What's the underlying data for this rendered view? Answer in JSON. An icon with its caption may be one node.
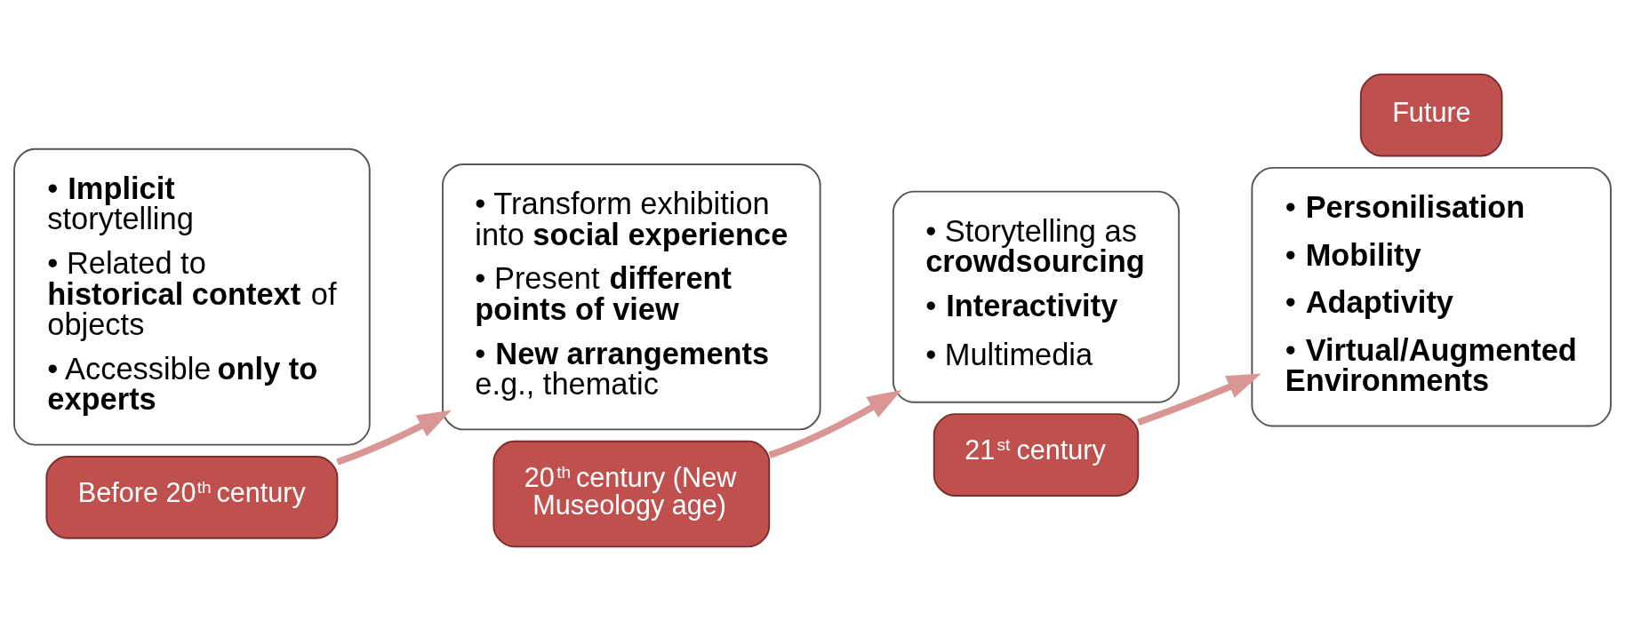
{
  "diagram": {
    "nodes": [
      {
        "text": [
          "• **Implicit** storytelling",
          "• Related to **historical context** of objects",
          "• Accessible **only to experts**"
        ]
      },
      {
        "text": [
          "Before 20$^{th}$ century"
        ]
      },
      {
        "text": [
          "20$^{th}$ century (New Museology age)"
        ]
      },
      {
        "text": [
          "• Transform exhibition into **social experience**",
          "• Present **different points of view**",
          "• **New arrangements** e.g., thematic"
        ]
      },
      {
        "text": [
          "• Storytelling as **crowdsourcing**",
          "• **Interactivity**",
          "• Multimedia"
        ]
      },
      {
        "text": [
          "21$^{st}$ century"
        ]
      },
      {
        "text": [
          "Future"
        ]
      },
      {
        "text": [
          "• **Personilisation**",
          "• **Mobility**",
          "• **Adaptivity**",
          "• **Virtual/Augmented Environments**"
        ]
      }
    ],
    "edges": [
      {
        "from": 1,
        "to": 3,
        "arrow": "to"
      },
      {
        "from": 2,
        "to": 4,
        "arrow": "to"
      },
      {
        "from": 5,
        "to": 7,
        "arrow": "to"
      }
    ]
  }
}
